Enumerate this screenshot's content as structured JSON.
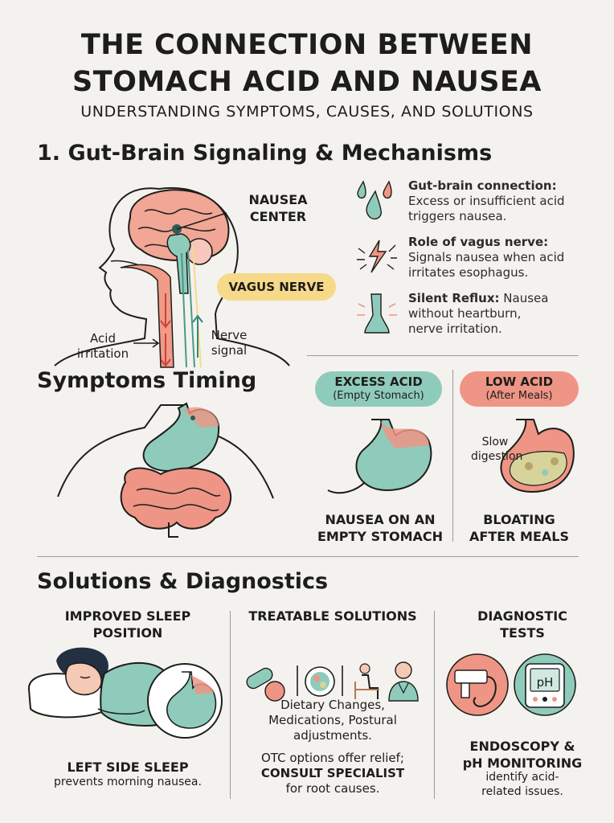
{
  "header": {
    "title_line1": "THE CONNECTION BETWEEN",
    "title_line2": "STOMACH ACID AND NAUSEA",
    "subtitle": "UNDERSTANDING SYMPTOMS, CAUSES, AND SOLUTIONS"
  },
  "section1": {
    "heading": "1.  Gut-Brain Signaling & Mechanisms",
    "diagram": {
      "nausea_center_line1": "NAUSEA",
      "nausea_center_line2": "CENTER",
      "vagus_nerve": "VAGUS NERVE",
      "acid_line1": "Acid",
      "acid_line2": "irritation",
      "nerve_line1": "Nerve",
      "nerve_line2": "signal"
    },
    "facts": [
      {
        "title": "Gut-brain connection:",
        "line1": "Excess or insufficient acid",
        "line2": "triggers nausea.",
        "icon": "acid-drops-icon"
      },
      {
        "title": "Role of vagus nerve:",
        "line1": "Signals nausea when acid",
        "line2": "irritates esophagus.",
        "icon": "nerve-lightning-icon"
      },
      {
        "title": "Silent Reflux:",
        "title_rest": " Nausea",
        "line1": "without heartburn,",
        "line2": "nerve irritation.",
        "icon": "esophagus-icon"
      }
    ]
  },
  "symptoms": {
    "heading": "Symptoms Timing",
    "excess": {
      "label": "EXCESS ACID",
      "sub": "(Empty Stomach)",
      "caption1": "NAUSEA ON AN",
      "caption2": "EMPTY STOMACH",
      "color": "#8fcbbb"
    },
    "low": {
      "label": "LOW ACID",
      "sub": "(After Meals)",
      "note1": "Slow",
      "note2": "digestion",
      "caption1": "BLOATING",
      "caption2": "AFTER MEALS",
      "color": "#ef9585"
    }
  },
  "solutions": {
    "heading": "Solutions & Diagnostics",
    "sleep": {
      "title1": "IMPROVED SLEEP",
      "title2": "POSITION",
      "bold": "LEFT SIDE SLEEP",
      "text": "prevents morning nausea."
    },
    "treatable": {
      "title": "TREATABLE SOLUTIONS",
      "line1": "Dietary Changes,",
      "line2": "Medications, Postural",
      "line3": "adjustments.",
      "line4": "OTC options offer relief;",
      "bold": "CONSULT SPECIALIST",
      "line5": "for root causes."
    },
    "diagnostic": {
      "title1": "DIAGNOSTIC",
      "title2": "TESTS",
      "ph_label": "pH",
      "bold1": "ENDOSCOPY &",
      "bold2": "pH MONITORING",
      "line1": "identify acid-",
      "line2": "related issues."
    }
  },
  "colors": {
    "teal": "#8fcbbb",
    "coral": "#ef9585",
    "yellow": "#f7d98a",
    "ink": "#1d1d1b"
  }
}
